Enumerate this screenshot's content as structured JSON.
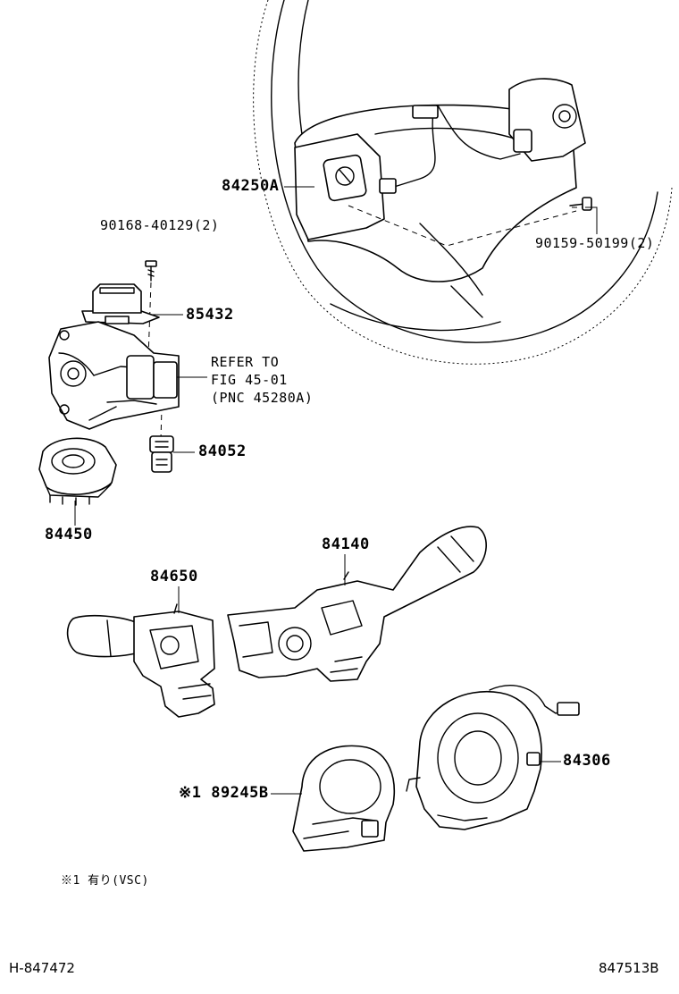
{
  "parts": {
    "steering_switch": "84250A",
    "screw_upper_left": "90168-40129(2)",
    "screw_right": "90159-50199(2)",
    "switch_85432": "85432",
    "refer_note_line1": "REFER TO",
    "refer_note_line2": "FIG 45-01",
    "refer_note_line3": "(PNC 45280A)",
    "connector_84052": "84052",
    "ignition_switch": "84450",
    "wiper_switch": "84140",
    "light_switch": "84650",
    "spiral_cable": "84306",
    "steering_sensor": "※1 89245B"
  },
  "notes": {
    "vsc_note": "※1 有り(VSC)"
  },
  "footer": {
    "left_code": "H-847472",
    "right_code": "847513B"
  }
}
